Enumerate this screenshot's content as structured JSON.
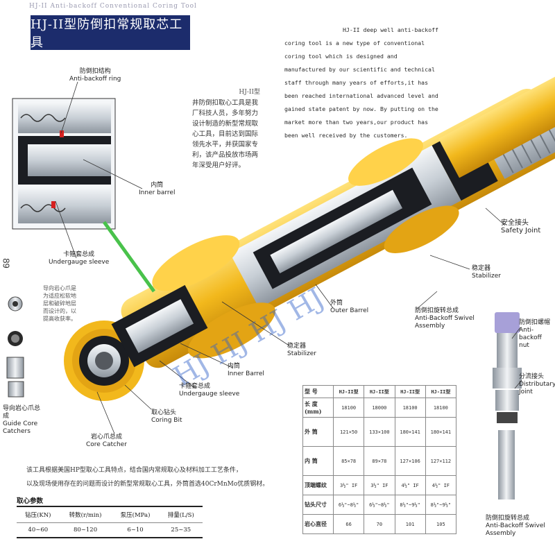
{
  "page": {
    "tiny_header": "HJ-II Anti-backoff Conventional Coring Tool",
    "title": "HJ-II型防倒扣常规取芯工具",
    "page_number": "89",
    "watermark": "HJ HJ HJ HJ"
  },
  "intro_en": {
    "lead": "HJ-II deep well anti-backoff",
    "body": "coring tool is a new type of conventional coring tool which is designed and manufactured by our scientific and technical staff through many years of efforts,it has been reached international advanced level and gained state patent by now. By putting on the market more than two years,our product has been well received by the customers."
  },
  "intro_cn": {
    "caption": "HJ-II型",
    "body": "井防倒扣取心工具是我厂科技人员，多年努力设计制造的新型常规取心工具，目前达到国际领先水平，并获国家专利，该产品投放市场两年深受用户好评。"
  },
  "labels": {
    "anti_backoff_ring": {
      "cn": "防倒扣结构",
      "en": "Anti-backoff ring"
    },
    "inner_barrel_top": {
      "cn": "内筒",
      "en": "Inner barrel"
    },
    "undergauge_sleeve_left": {
      "cn": "卡箍套总成",
      "en": "Undergauge sleeve"
    },
    "safety_joint": {
      "cn": "安全接头",
      "en": "Safety Joint"
    },
    "stabilizer_right": {
      "cn": "稳定器",
      "en": "Stabilizer"
    },
    "outer_barrel": {
      "cn": "外筒",
      "en": "Outer Barrel"
    },
    "swivel_assembly": {
      "cn": "防倒扣旋转总成",
      "en": "Anti-Backoff Swivel Assembly"
    },
    "stabilizer_mid": {
      "cn": "稳定器",
      "en": "Stabilizer"
    },
    "inner_barrel_mid": {
      "cn": "内筒",
      "en": "Inner Barrel"
    },
    "undergauge_sleeve_mid": {
      "cn": "卡箍套总成",
      "en": "Undergauge sleeve"
    },
    "coring_bit": {
      "cn": "取心钻头",
      "en": "Coring Bit"
    },
    "core_catcher": {
      "cn": "岩心爪总成",
      "en": "Core Catcher"
    },
    "guide_core_catchers": {
      "cn": "导向岩心爪总成",
      "en": "Guide Core Catchers"
    },
    "anti_backoff_nut": {
      "cn": "防倒扣螺帽",
      "en": "Anti-backoff nut"
    },
    "distributary_joint": {
      "cn": "分流接头",
      "en": "Distributary Joint"
    },
    "swivel_assembly_right": {
      "cn": "防倒扣旋转总成",
      "en": "Anti-Backoff Swivel Assembly"
    }
  },
  "guide_text": "导向岩心爪是为适应松软地层和破碎地层而设计的，以提高收获率。",
  "description_cn": {
    "line1": "该工具根据美国HP型取心工具特点，结合国内常规取心及材料加工工艺条件，",
    "line2": "以及现场使用存在的问题而设计的新型常规取心工具，外筒首选40CrMnMo优质钢材。"
  },
  "params": {
    "title": "取心参数",
    "headers": [
      "钻压(KN)",
      "转数(r/min)",
      "泵压(MPa)",
      "排量(L/S)"
    ],
    "values": [
      "40~60",
      "80~120",
      "6~10",
      "25~35"
    ]
  },
  "spec_table": {
    "header_row_label": "型 号",
    "models": [
      "HJ-II型",
      "HJ-II型",
      "HJ-II型",
      "HJ-II型"
    ],
    "rows": [
      {
        "label": "长 度(mm)",
        "values": [
          "18100",
          "18000",
          "18100",
          "18100"
        ]
      },
      {
        "label": "外 筒",
        "values": [
          "121×50",
          "133×100",
          "180×141",
          "180×141"
        ]
      },
      {
        "label": "内 筒",
        "values": [
          "85×78",
          "89×78",
          "127×106",
          "127×112"
        ]
      },
      {
        "label": "顶端螺纹",
        "values": [
          "3½\" IF",
          "3½\" IF",
          "4½\" IF",
          "4½\" IF"
        ]
      },
      {
        "label": "钻头尺寸",
        "values": [
          "6½\"~8½\"",
          "6½\"~8½\"",
          "8½\"~9½\"",
          "8½\"~9½\""
        ]
      },
      {
        "label": "岩心直径",
        "values": [
          "66",
          "70",
          "101",
          "105"
        ]
      }
    ]
  },
  "colors": {
    "banner": "#1c2c6c",
    "tool_yellow": "#f2b81c",
    "tool_steel": "#c8cfd6",
    "cutaway_dark": "#1b1d22",
    "arrow_green": "#49c24b",
    "watermark_blue": "#2f5fc7"
  }
}
